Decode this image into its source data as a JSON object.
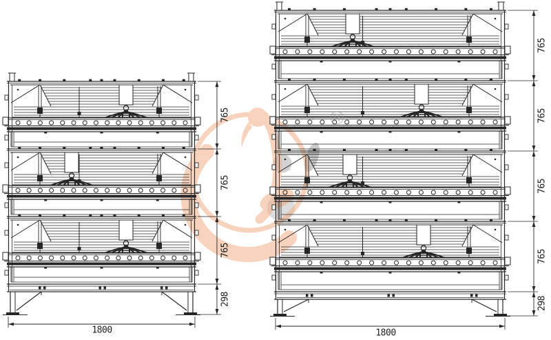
{
  "page": {
    "background": "#ffffff",
    "description": "Engineering elevation drawing of stacked poultry battery cage units"
  },
  "line_color": "#262626",
  "views": [
    {
      "name": "three-tier-cage-elevation",
      "tier_count": 3,
      "tier_dim_labels": [
        "765",
        "765",
        "765"
      ],
      "leg_dim_label": "298",
      "width_dim_label": "1800"
    },
    {
      "name": "four-tier-cage-elevation",
      "tier_count": 4,
      "tier_dim_labels": [
        "765",
        "765",
        "765",
        "765"
      ],
      "leg_dim_label": "298",
      "width_dim_label": "1800"
    }
  ],
  "watermark": {
    "registered_symbol": "®",
    "orange": "#f1a97e",
    "orange_light": "#f6c9ab",
    "gray": "#c7c7c7",
    "gray_dark": "#a8a8a8"
  }
}
